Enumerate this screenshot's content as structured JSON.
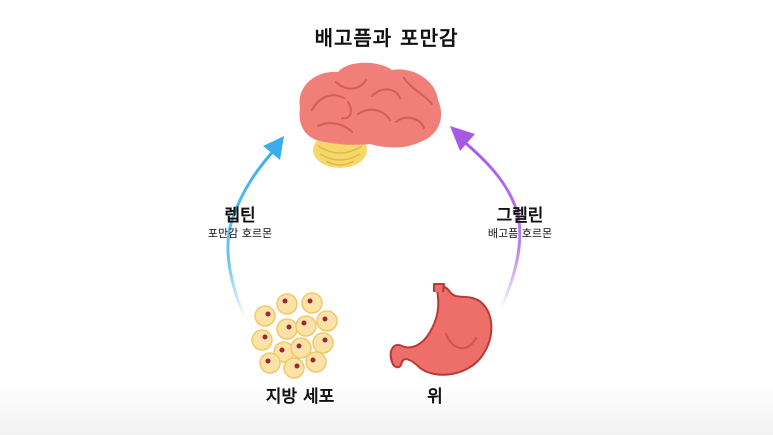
{
  "title": "배고픔과 포만감",
  "leptin": {
    "name": "렙틴",
    "description": "포만감 호르몬"
  },
  "ghrelin": {
    "name": "그렐린",
    "description": "배고픔 호르몬"
  },
  "organs": {
    "fat_cells": "지방 세포",
    "stomach": "위"
  },
  "colors": {
    "leptin_arrow": "#3aaee8",
    "ghrelin_arrow": "#a55ae6",
    "brain": "#ef7f78",
    "cerebellum": "#f6d86a",
    "stomach": "#ee6e6a",
    "fat_cell": "#fbe3a8",
    "fat_nucleus": "#9e2436"
  },
  "icons": {
    "brain": "brain-icon",
    "stomach": "stomach-icon",
    "fat_cells": "fat-cells-icon"
  }
}
